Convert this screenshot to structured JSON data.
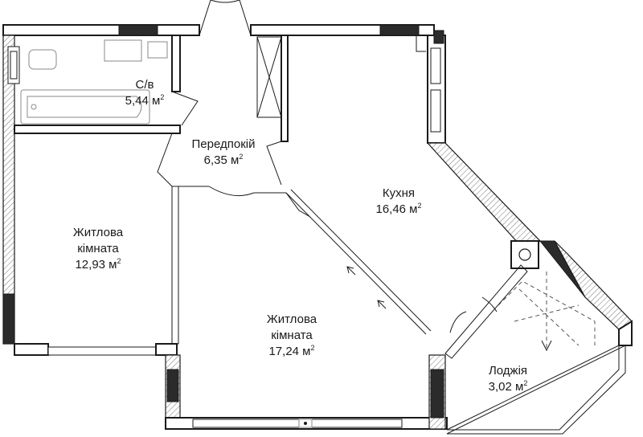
{
  "rooms": {
    "bathroom": {
      "name": "С/в",
      "area": "5,44 м",
      "unit_exp": "2"
    },
    "hallway": {
      "name": "Передпокій",
      "area": "6,35 м",
      "unit_exp": "2"
    },
    "kitchen": {
      "name": "Кухня",
      "area": "16,46 м",
      "unit_exp": "2"
    },
    "living1": {
      "name_line1": "Житлова",
      "name_line2": "кімната",
      "area": "12,93 м",
      "unit_exp": "2"
    },
    "living2": {
      "name_line1": "Житлова",
      "name_line2": "кімната",
      "area": "17,24 м",
      "unit_exp": "2"
    },
    "loggia": {
      "name": "Лоджія",
      "area": "3,02 м",
      "unit_exp": "2"
    }
  },
  "colors": {
    "wall_line": "#1a1a1a",
    "column_fill": "#2b2b2b",
    "fixture_line": "#8a8a8a"
  }
}
